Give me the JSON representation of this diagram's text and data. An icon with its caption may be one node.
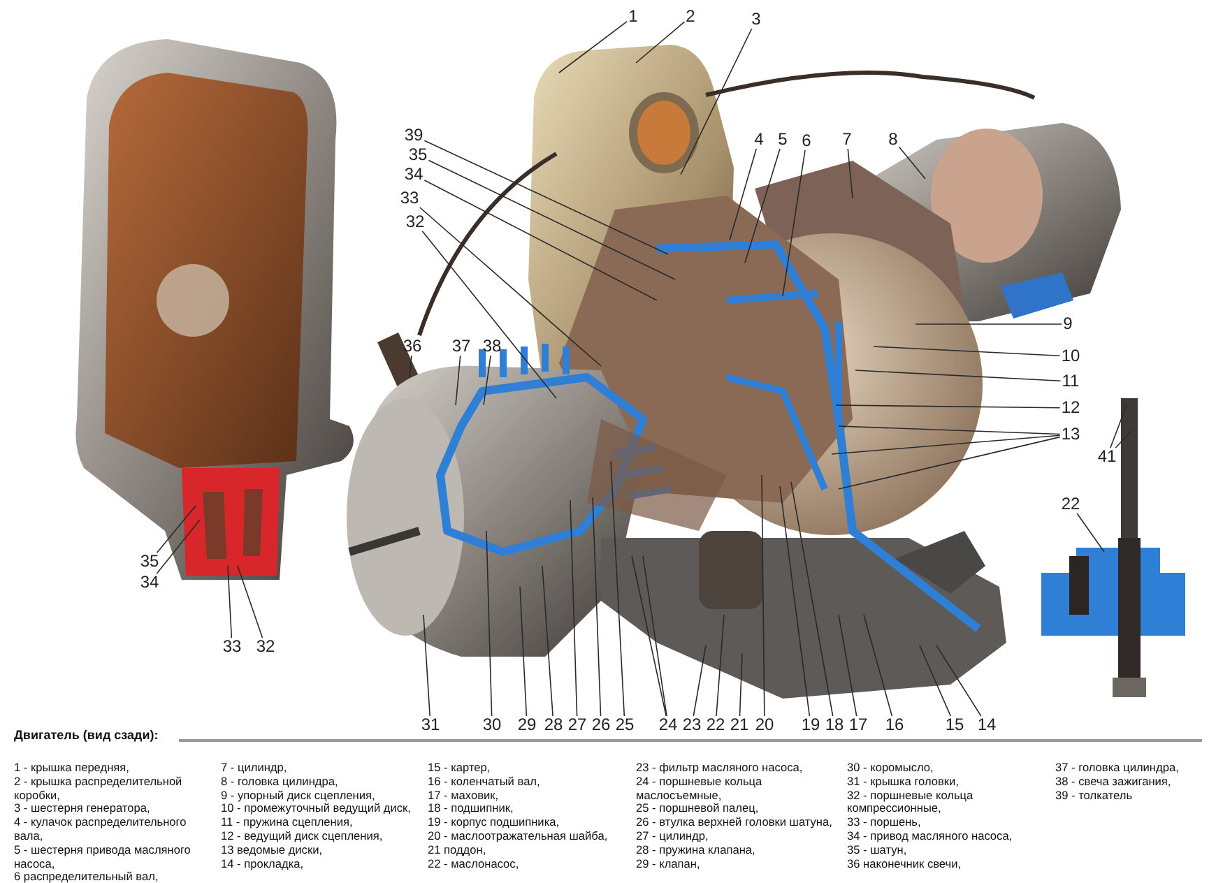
{
  "diagram": {
    "title": "Двигатель (вид сзади):",
    "nodes": [
      {
        "text": [
          "1"
        ]
      },
      {
        "text": [
          "2"
        ]
      },
      {
        "text": [
          "3"
        ]
      },
      {
        "text": [
          "39"
        ]
      },
      {
        "text": [
          "35"
        ]
      },
      {
        "text": [
          "34"
        ]
      },
      {
        "text": [
          "33"
        ]
      },
      {
        "text": [
          "32"
        ]
      },
      {
        "text": [
          "4"
        ]
      },
      {
        "text": [
          "5"
        ]
      },
      {
        "text": [
          "6"
        ]
      },
      {
        "text": [
          "7"
        ]
      },
      {
        "text": [
          "8"
        ]
      },
      {
        "text": [
          "36"
        ]
      },
      {
        "text": [
          "37"
        ]
      },
      {
        "text": [
          "38"
        ]
      },
      {
        "text": [
          "9"
        ]
      },
      {
        "text": [
          "10"
        ]
      },
      {
        "text": [
          "11"
        ]
      },
      {
        "text": [
          "12"
        ]
      },
      {
        "text": [
          "13"
        ]
      },
      {
        "text": [
          "41"
        ]
      },
      {
        "text": [
          "22"
        ]
      },
      {
        "text": [
          "35"
        ]
      },
      {
        "text": [
          "34"
        ]
      },
      {
        "text": [
          "33"
        ]
      },
      {
        "text": [
          "32"
        ]
      },
      {
        "text": [
          "31"
        ]
      },
      {
        "text": [
          "30"
        ]
      },
      {
        "text": [
          "29"
        ]
      },
      {
        "text": [
          "28"
        ]
      },
      {
        "text": [
          "27"
        ]
      },
      {
        "text": [
          "26"
        ]
      },
      {
        "text": [
          "25"
        ]
      },
      {
        "text": [
          "24"
        ]
      },
      {
        "text": [
          "23"
        ]
      },
      {
        "text": [
          "22"
        ]
      },
      {
        "text": [
          "21"
        ]
      },
      {
        "text": [
          "20"
        ]
      },
      {
        "text": [
          "19"
        ]
      },
      {
        "text": [
          "18"
        ]
      },
      {
        "text": [
          "17"
        ]
      },
      {
        "text": [
          "16"
        ]
      },
      {
        "text": [
          "15"
        ]
      },
      {
        "text": [
          "14"
        ]
      }
    ],
    "edges": [
      {
        "from": 0,
        "to": null,
        "arrow": "none"
      },
      {
        "from": 1,
        "to": null,
        "arrow": "none"
      },
      {
        "from": 2,
        "to": null,
        "arrow": "none"
      },
      {
        "from": 3,
        "to": null,
        "arrow": "none"
      },
      {
        "from": 4,
        "to": null,
        "arrow": "none"
      },
      {
        "from": 5,
        "to": null,
        "arrow": "none"
      },
      {
        "from": 6,
        "to": null,
        "arrow": "none"
      },
      {
        "from": 7,
        "to": null,
        "arrow": "none"
      },
      {
        "from": 8,
        "to": null,
        "arrow": "none"
      },
      {
        "from": 9,
        "to": null,
        "arrow": "none"
      },
      {
        "from": 10,
        "to": null,
        "arrow": "none"
      },
      {
        "from": 11,
        "to": null,
        "arrow": "none"
      },
      {
        "from": 12,
        "to": null,
        "arrow": "none"
      },
      {
        "from": 13,
        "to": null,
        "arrow": "none"
      },
      {
        "from": 14,
        "to": null,
        "arrow": "none"
      },
      {
        "from": 15,
        "to": null,
        "arrow": "none"
      },
      {
        "from": 16,
        "to": null,
        "arrow": "none"
      },
      {
        "from": 17,
        "to": null,
        "arrow": "none"
      },
      {
        "from": 18,
        "to": null,
        "arrow": "none"
      },
      {
        "from": 19,
        "to": null,
        "arrow": "none"
      },
      {
        "from": 20,
        "to": null,
        "arrow": "none"
      },
      {
        "from": 20,
        "to": null,
        "arrow": "none"
      },
      {
        "from": 20,
        "to": null,
        "arrow": "none"
      },
      {
        "from": 21,
        "to": null,
        "arrow": "none"
      },
      {
        "from": 21,
        "to": null,
        "arrow": "none"
      },
      {
        "from": 22,
        "to": null,
        "arrow": "none"
      },
      {
        "from": 23,
        "to": null,
        "arrow": "none"
      },
      {
        "from": 24,
        "to": null,
        "arrow": "none"
      },
      {
        "from": 25,
        "to": null,
        "arrow": "none"
      },
      {
        "from": 26,
        "to": null,
        "arrow": "none"
      },
      {
        "from": 27,
        "to": null,
        "arrow": "none"
      },
      {
        "from": 28,
        "to": null,
        "arrow": "none"
      },
      {
        "from": 29,
        "to": null,
        "arrow": "none"
      },
      {
        "from": 30,
        "to": null,
        "arrow": "none"
      },
      {
        "from": 31,
        "to": null,
        "arrow": "none"
      },
      {
        "from": 32,
        "to": null,
        "arrow": "none"
      },
      {
        "from": 33,
        "to": null,
        "arrow": "none"
      },
      {
        "from": 34,
        "to": null,
        "arrow": "none"
      },
      {
        "from": 34,
        "to": null,
        "arrow": "none"
      },
      {
        "from": 35,
        "to": null,
        "arrow": "none"
      },
      {
        "from": 36,
        "to": null,
        "arrow": "none"
      },
      {
        "from": 37,
        "to": null,
        "arrow": "none"
      },
      {
        "from": 38,
        "to": null,
        "arrow": "none"
      },
      {
        "from": 39,
        "to": null,
        "arrow": "none"
      },
      {
        "from": 40,
        "to": null,
        "arrow": "none"
      },
      {
        "from": 41,
        "to": null,
        "arrow": "none"
      },
      {
        "from": 42,
        "to": null,
        "arrow": "none"
      },
      {
        "from": 43,
        "to": null,
        "arrow": "none"
      },
      {
        "from": 44,
        "to": null,
        "arrow": "none"
      }
    ],
    "labels": [
      "1 - крышка передняя,",
      "2 - крышка распределительной коробки,",
      "3 - шестерня генератора,",
      "4 - кулачок распределительного вала,",
      "5 - шестерня привода масляного насоса,",
      "6 распределительный вал,",
      "7 - цилиндр,",
      "8 - головка цилиндра,",
      "9 - упорный диск сцепления,",
      "10 - промежуточный ведущий диск,",
      "11 - пружина сцепления,",
      "12 - ведущий диск сцепления,",
      "13 ведомые диски,",
      "14 - прокладка,",
      "15 - картер,",
      "16 - коленчатый вал,",
      "17 - маховик,",
      "18 - подшипник,",
      "19 - корпус подшипника,",
      "20 - маслоотражательная шайба,",
      "21 поддон,",
      "22 - маслонасос,",
      "23 - фильтр масляного насоса,",
      "24 - поршневые кольца маслосъемные,",
      "25 - поршневой палец,",
      "26 - втулка верхней головки шатуна,",
      "27 - цилиндр,",
      "28 - пружина клапана,",
      "29 - клапан,",
      "30 - коромысло,",
      "31 - крышка головки,",
      "32 - поршневые кольца компрессионные,",
      "33 - поршень,",
      "34 - привод масляного насоса,",
      "35 - шатун,",
      "36 наконечник свечи,",
      "37 - головка цилиндра,",
      "38 - свеча зажигания,",
      "39 - толкатель"
    ]
  }
}
